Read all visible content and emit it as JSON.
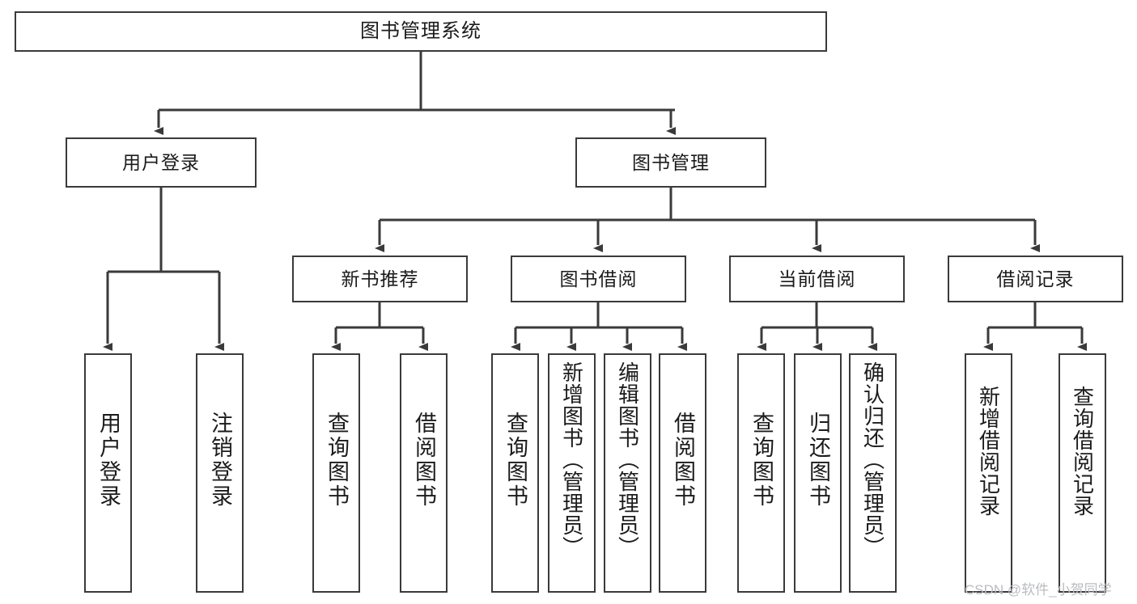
{
  "diagram": {
    "title": "图书管理系统",
    "type": "hierarchy-tree",
    "colors": {
      "line": "#3a3a3a",
      "box_border": "#3a3a3a",
      "box_fill": "#ffffff",
      "text": "#1b1b1b",
      "background": "#ffffff",
      "watermark": "#b9bcc0"
    },
    "root": {
      "label": "图书管理系统"
    },
    "level2": [
      {
        "label": "用户登录"
      },
      {
        "label": "图书管理"
      }
    ],
    "level3": [
      {
        "label": "新书推荐"
      },
      {
        "label": "图书借阅"
      },
      {
        "label": "当前借阅"
      },
      {
        "label": "借阅记录"
      }
    ],
    "leaves": {
      "user_login": [
        {
          "label": "用户登录"
        },
        {
          "label": "注销登录"
        }
      ],
      "new_book_recommend": [
        {
          "label": "查询图书"
        },
        {
          "label": "借阅图书"
        }
      ],
      "book_borrow": [
        {
          "label": "查询图书"
        },
        {
          "label": "新增图书（管理员）"
        },
        {
          "label": "编辑图书（管理员）"
        },
        {
          "label": "借阅图书"
        }
      ],
      "current_borrow": [
        {
          "label": "查询图书"
        },
        {
          "label": "归还图书"
        },
        {
          "label": "确认归还（管理员）"
        }
      ],
      "borrow_record": [
        {
          "label": "新增借阅记录"
        },
        {
          "label": "查询借阅记录"
        }
      ]
    }
  },
  "watermark": {
    "text": "CSDN @软件_小贺同学"
  }
}
